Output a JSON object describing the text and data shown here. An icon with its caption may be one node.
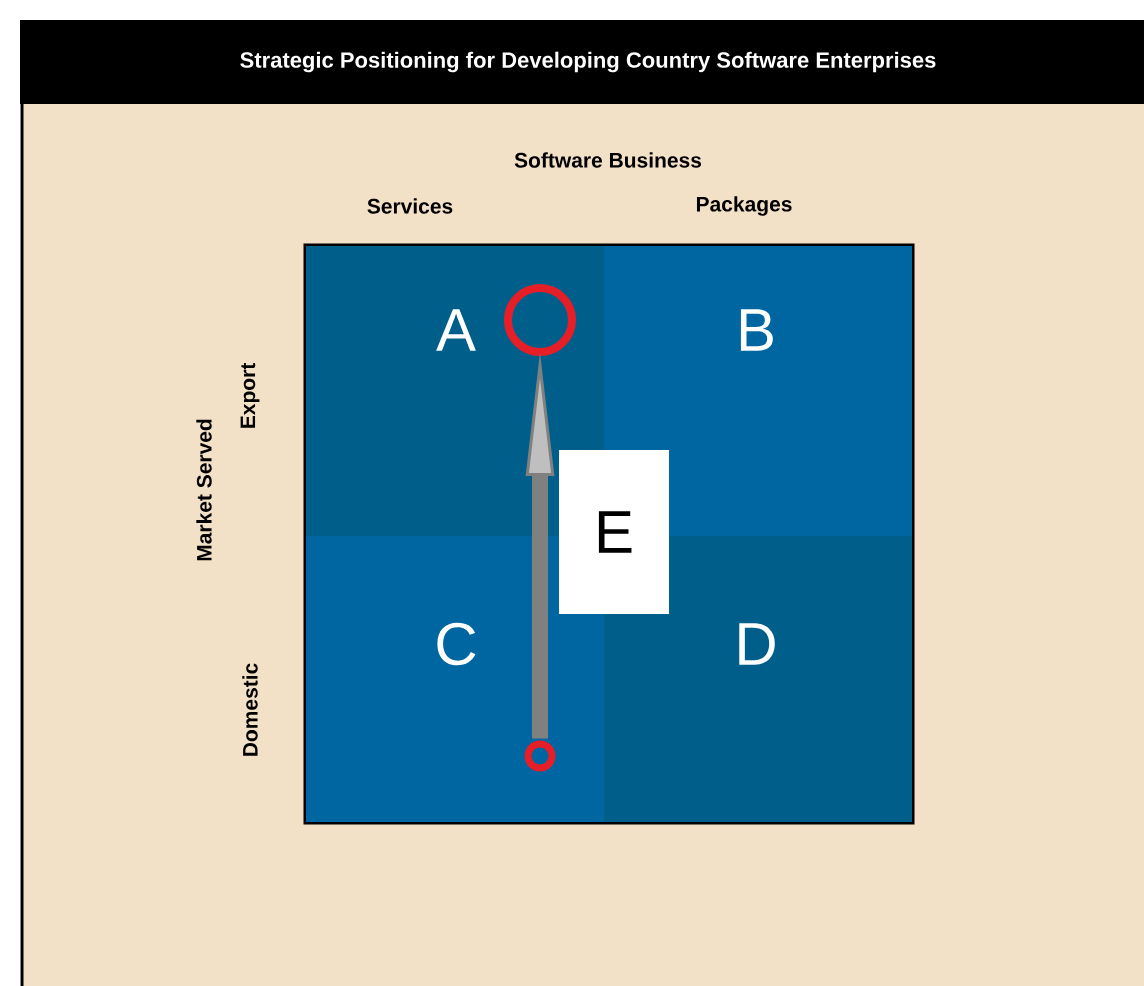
{
  "diagram": {
    "title": "Strategic Positioning for Developing Country Software Enterprises",
    "nodes": [
      {
        "text": [
          "A"
        ]
      },
      {
        "text": [
          "B"
        ]
      },
      {
        "text": [
          "C"
        ]
      },
      {
        "text": [
          "D"
        ]
      },
      {
        "text": [
          "E"
        ]
      },
      {
        "text": [],
        "shape": "circle",
        "in": 0
      },
      {
        "text": [],
        "shape": "circle",
        "in": 2
      }
    ],
    "edges": [
      {
        "from": 6,
        "to": 5,
        "arrow": "to"
      }
    ],
    "labels": [
      "Software Business",
      "Services",
      "Packages",
      "Market Served",
      "Export",
      "Domestic"
    ]
  }
}
